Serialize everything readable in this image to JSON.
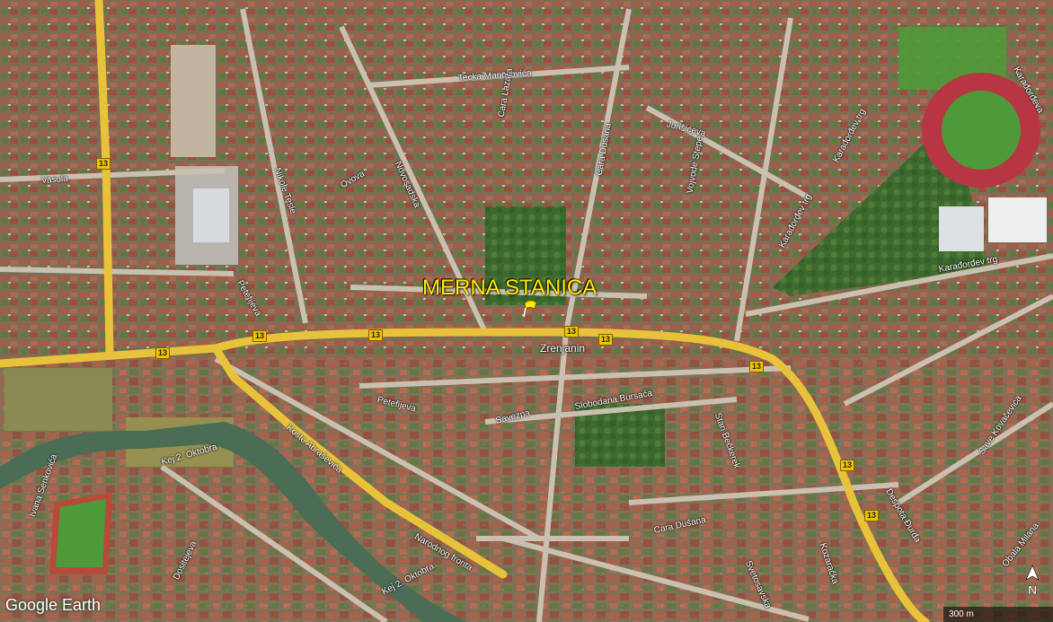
{
  "map": {
    "place_label": "MERNA STANICA",
    "city_label": "Zrenjanin",
    "route_number": "13",
    "brand": "Google Earth",
    "scale_text": "300 m",
    "compass_letter": "N",
    "street_labels": [
      "Tecka Manojlovića",
      "Cara Lazara",
      "Cara Dušana",
      "Jurišićeva",
      "Karađorđev trg",
      "Karađorđev trg",
      "Karađorđev trg",
      "Nikole Tesle",
      "Novosadska",
      "Ovova",
      "Vojvode Stepe",
      "Petefijeva",
      "Petefijeva",
      "Savezna",
      "Slobodana Bursaća",
      "Koste Abraševića",
      "Kej 2. Oktobra",
      "Narodnog fronta",
      "Kej 2. Oktobra",
      "Ivana Senkovića",
      "Dositejeva",
      "Cara Dušana",
      "Kozaračka",
      "Svetosavska",
      "Stari Bečkerek",
      "Despota Đurđa",
      "Save Kovačevića",
      "Obala Milana",
      "Karađorđeva",
      "Vasula"
    ],
    "colors": {
      "title": "#ffeb00",
      "road": "#e8c23a",
      "river": "#4b6c55",
      "track": "#b83644",
      "field": "#4e9a3a"
    }
  }
}
